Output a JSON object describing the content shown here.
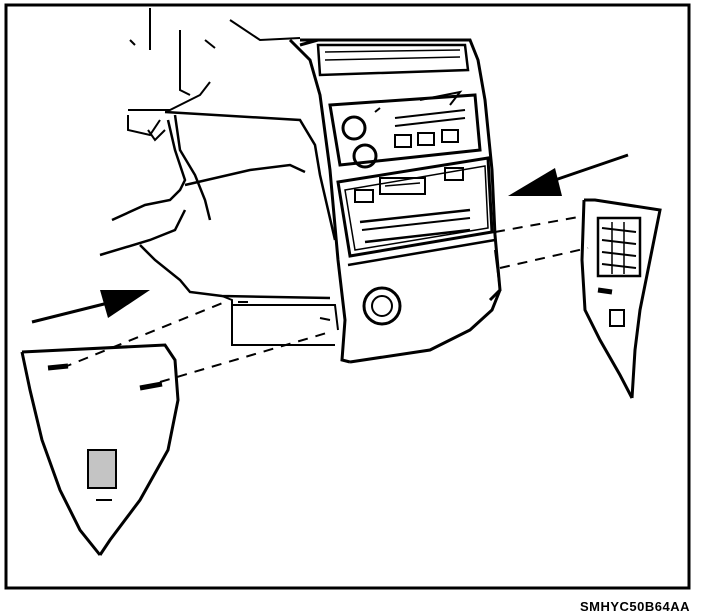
{
  "figure": {
    "caption": "SMHYC50B64AA",
    "colors": {
      "ink": "#000000",
      "paper": "#ffffff"
    }
  },
  "parts": {
    "left_side_cover": "left-console-side-cover",
    "right_side_cover": "right-console-side-cover",
    "center_console": "center-console-panel"
  },
  "arrows": [
    "install-arrow-left",
    "install-arrow-right"
  ]
}
